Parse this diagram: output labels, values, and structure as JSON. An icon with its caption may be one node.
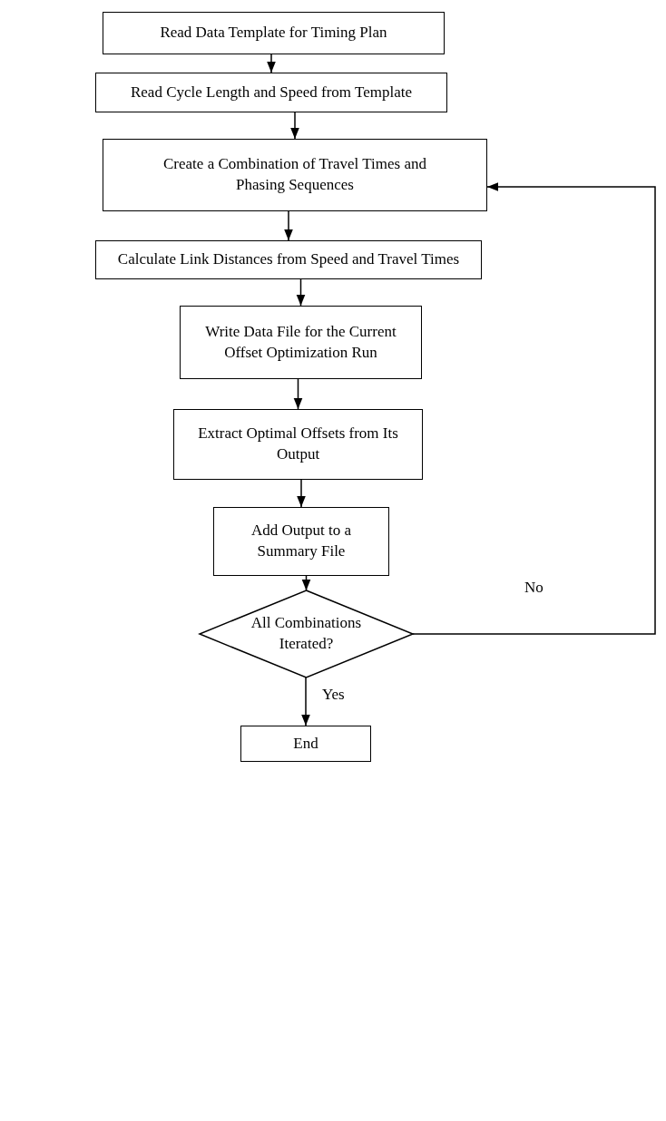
{
  "diagram": {
    "nodes": [
      {
        "text": [
          "Read Data Template for Timing Plan"
        ]
      },
      {
        "text": [
          "Read Cycle Length and Speed from Template"
        ]
      },
      {
        "text": [
          "Create a Combination of Travel Times and Phasing Sequences"
        ]
      },
      {
        "text": [
          "Calculate Link Distances from Speed and Travel Times"
        ]
      },
      {
        "text": [
          "Write Data File for the Current Offset Optimization Run"
        ]
      },
      {
        "text": [
          "Extract Optimal Offsets from Its Output"
        ]
      },
      {
        "text": [
          "Add Output to a Summary File"
        ]
      },
      {
        "text": [
          "All Combinations Iterated?"
        ]
      },
      {
        "text": [
          "End"
        ]
      }
    ],
    "edges": [
      {
        "from": 0,
        "to": 1,
        "arrow": "to"
      },
      {
        "from": 1,
        "to": 2,
        "arrow": "to"
      },
      {
        "from": 2,
        "to": 3,
        "arrow": "to"
      },
      {
        "from": 3,
        "to": 4,
        "arrow": "to"
      },
      {
        "from": 4,
        "to": 5,
        "arrow": "to"
      },
      {
        "from": 5,
        "to": 6,
        "arrow": "to"
      },
      {
        "from": 6,
        "to": 7,
        "arrow": "to"
      },
      {
        "from": 7,
        "to": 8,
        "arrow": "to",
        "label": "Yes"
      },
      {
        "from": 7,
        "to": 2,
        "arrow": "to",
        "label": "No"
      }
    ]
  }
}
